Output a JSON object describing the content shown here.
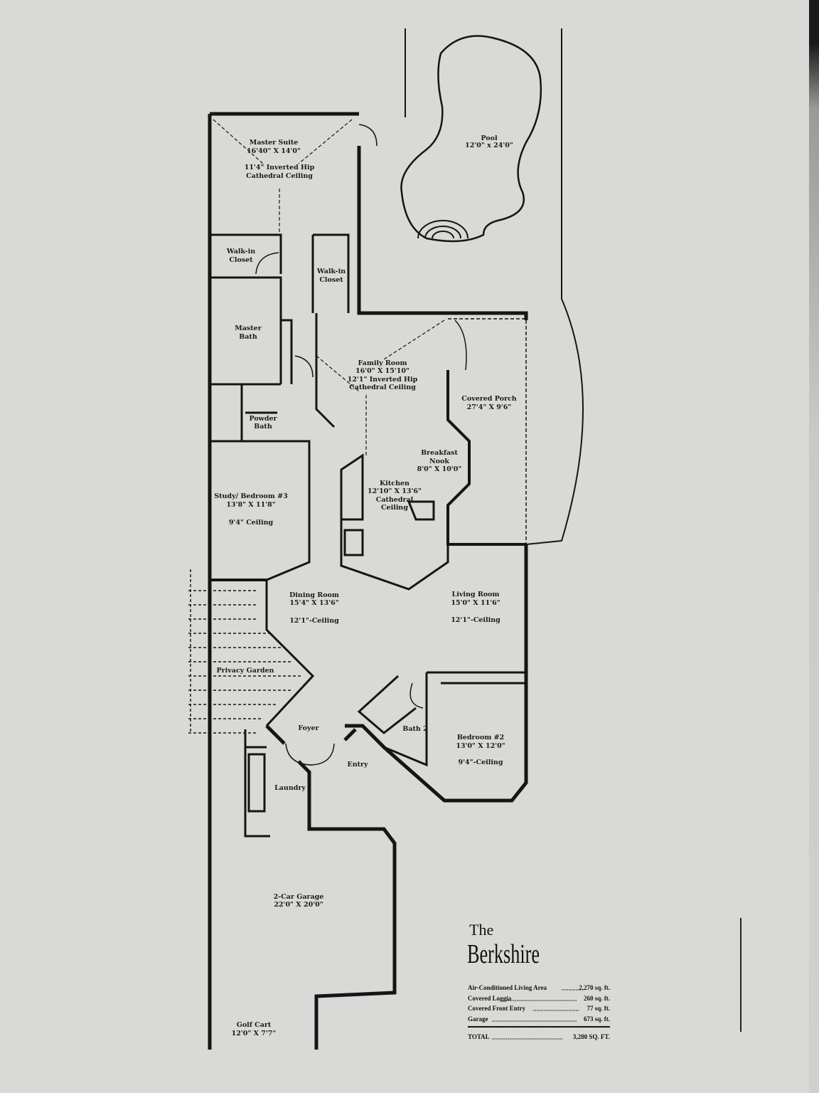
{
  "plan": {
    "name_prefix": "The",
    "name": "Berkshire",
    "rooms": {
      "master_suite": {
        "name": "Master Suite",
        "size": "16'40\" X 14'0\"",
        "ceiling": "11'4\" Inverted Hip",
        "ceiling2": "Cathedral Ceiling"
      },
      "walkin_closet_1": {
        "line1": "Walk-in",
        "line2": "Closet"
      },
      "walkin_closet_2": {
        "line1": "Walk-in",
        "line2": "Closet"
      },
      "master_bath": {
        "line1": "Master",
        "line2": "Bath"
      },
      "powder_bath": {
        "line1": "Powder",
        "line2": "Bath"
      },
      "pool": {
        "name": "Pool",
        "size": "12'0\" x 24'0\""
      },
      "family_room": {
        "name": "Family Room",
        "size": "16'0\" X 15'10\"",
        "ceiling": "12'1\" Inverted Hip",
        "ceiling2": "Cathedral Ceiling"
      },
      "covered_porch": {
        "name": "Covered Porch",
        "size": "27'4\" X 9'6\""
      },
      "breakfast_nook": {
        "line1": "Breakfast",
        "line2": "Nook",
        "size": "8'0\" X 10'0\""
      },
      "kitchen": {
        "name": "Kitchen",
        "size": "12'10\" X 13'6\"",
        "ceiling": "Cathedral",
        "ceiling2": "Ceiling"
      },
      "study": {
        "name": "Study/ Bedroom #3",
        "size": "13'8\" X 11'8\"",
        "ceiling": "9'4\" Ceiling"
      },
      "dining_room": {
        "name": "Dining Room",
        "size": "15'4\" X 13'6\"",
        "ceiling": "12'1\"-Ceiling"
      },
      "living_room": {
        "name": "Living Room",
        "size": "15'0\" X 11'6\"",
        "ceiling": "12'1\"-Ceiling"
      },
      "privacy_garden": {
        "name": "Privacy Garden"
      },
      "foyer": {
        "name": "Foyer"
      },
      "entry": {
        "name": "Entry"
      },
      "laundry": {
        "name": "Laundry"
      },
      "bath_2": {
        "name": "Bath 2"
      },
      "bedroom_2": {
        "name": "Bedroom #2",
        "size": "13'0\" X 12'0\"",
        "ceiling": "9'4\"-Ceiling"
      },
      "garage": {
        "name": "2-Car Garage",
        "size": "22'0\" X 20'0\""
      },
      "golf_cart": {
        "name": "Golf Cart",
        "size": "12'0\" X 7'7\""
      }
    },
    "areas": [
      {
        "label": "Air-Conditioned Living Area",
        "value": "2,270 sq. ft."
      },
      {
        "label": "Covered Loggia",
        "value": "260 sq. ft."
      },
      {
        "label": "Covered Front Entry",
        "value": "77 sq. ft."
      },
      {
        "label": "Garage",
        "value": "673 sq. ft."
      }
    ],
    "total": {
      "label": "TOTAL",
      "value": "3,280 SQ. FT."
    }
  }
}
